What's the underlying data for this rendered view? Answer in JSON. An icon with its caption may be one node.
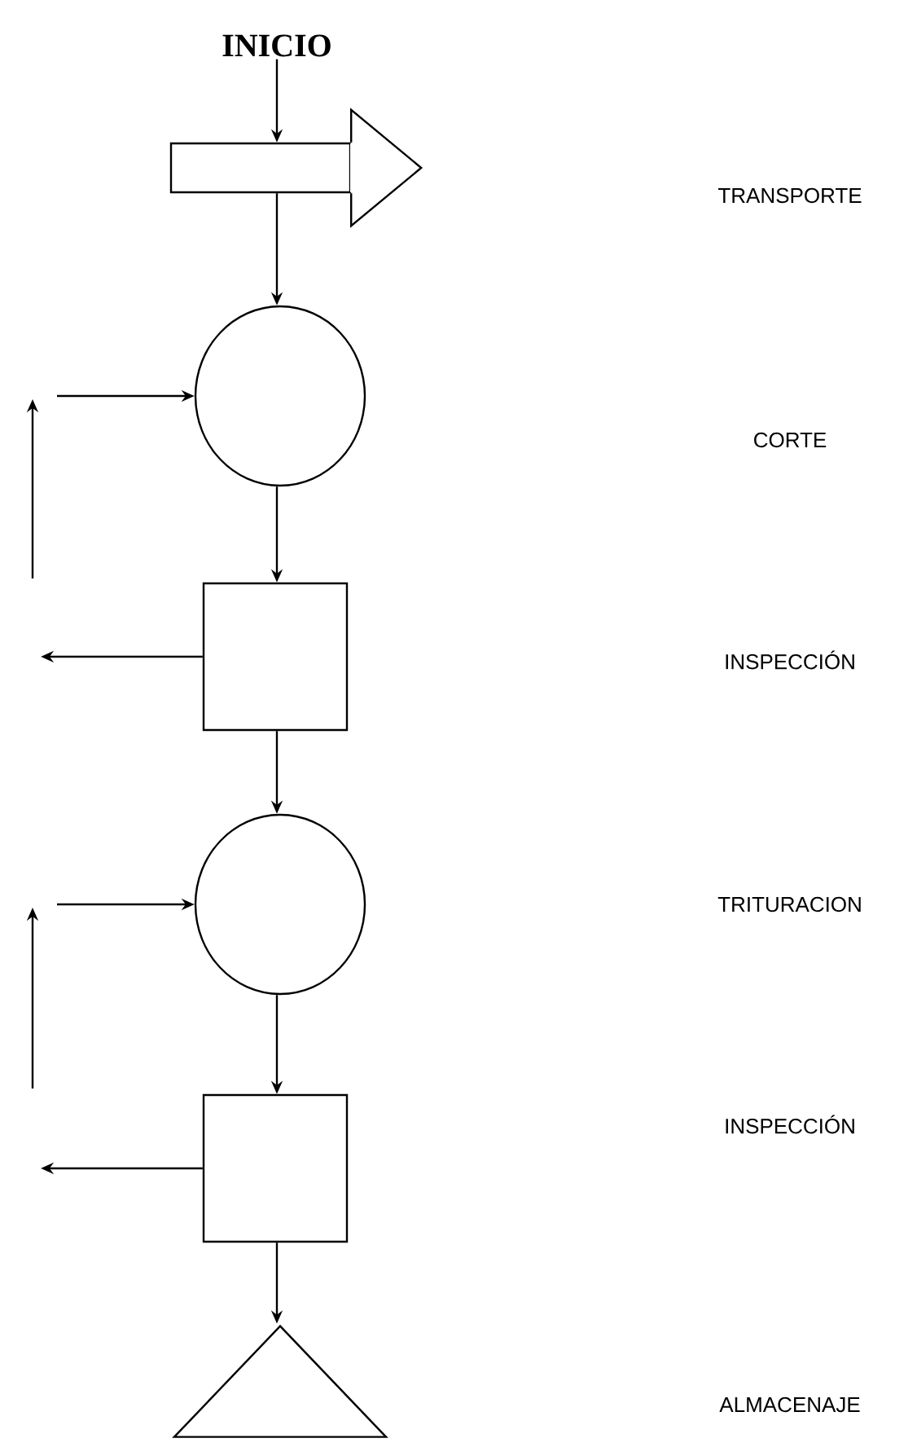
{
  "diagram": {
    "nodes": [
      {
        "text": [
          "INICIO"
        ]
      },
      {
        "text": [],
        "shape": "arrow"
      },
      {
        "text": [],
        "shape": "circle"
      },
      {
        "text": [],
        "shape": "box"
      },
      {
        "text": [],
        "shape": "circle"
      },
      {
        "text": [],
        "shape": "box"
      },
      {
        "text": [],
        "shape": "triangle"
      }
    ],
    "edges": [
      {
        "from": 0,
        "to": 1,
        "arrow": "to"
      },
      {
        "from": 1,
        "to": 2,
        "arrow": "to"
      },
      {
        "from": 2,
        "to": 3,
        "arrow": "to"
      },
      {
        "from": 3,
        "to": null,
        "arrow": "to"
      },
      {
        "from": null,
        "to": 2,
        "arrow": "to"
      },
      {
        "from": 3,
        "to": 4,
        "arrow": "to"
      },
      {
        "from": 4,
        "to": 5,
        "arrow": "to"
      },
      {
        "from": 5,
        "to": null,
        "arrow": "to"
      },
      {
        "from": null,
        "to": 4,
        "arrow": "to"
      },
      {
        "from": 5,
        "to": 6,
        "arrow": "to"
      }
    ],
    "labels": [
      "TRANSPORTE",
      "CORTE",
      "INSPECCIÓN",
      "TRITURACION",
      "INSPECCIÓN",
      "ALMACENAJE"
    ]
  }
}
